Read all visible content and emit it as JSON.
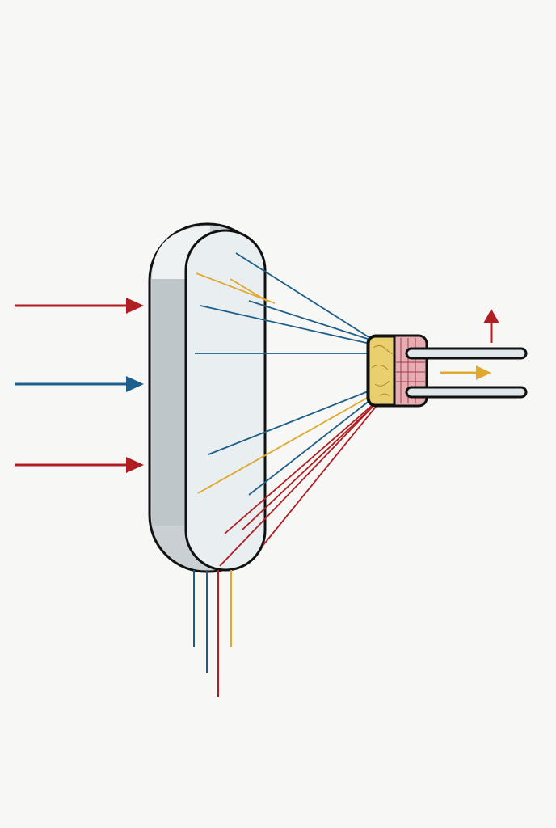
{
  "diagram": {
    "background": "#f7f7f5",
    "colors": {
      "red": "#b01e22",
      "blue": "#1d5f8a",
      "gold": "#e0a82e",
      "outline": "#111111",
      "lens_front": "#e9eef0",
      "lens_side": "#c7cdd0",
      "sensor_left": "#e9cf6e",
      "sensor_right": "#e6adb3",
      "pin_fill": "#dfe7ea"
    },
    "incoming_arrows": [
      {
        "name": "incoming-arrow-red-top",
        "color": "red"
      },
      {
        "name": "incoming-arrow-blue-middle",
        "color": "blue"
      },
      {
        "name": "incoming-arrow-red-bottom",
        "color": "red"
      }
    ],
    "output_arrows": [
      {
        "name": "output-arrow-red-up",
        "color": "red",
        "direction": "up"
      },
      {
        "name": "output-arrow-gold-right",
        "color": "gold",
        "direction": "right"
      }
    ],
    "components": {
      "lens": "lens-element",
      "sensor": "sensor-chip",
      "pins": 2
    }
  }
}
